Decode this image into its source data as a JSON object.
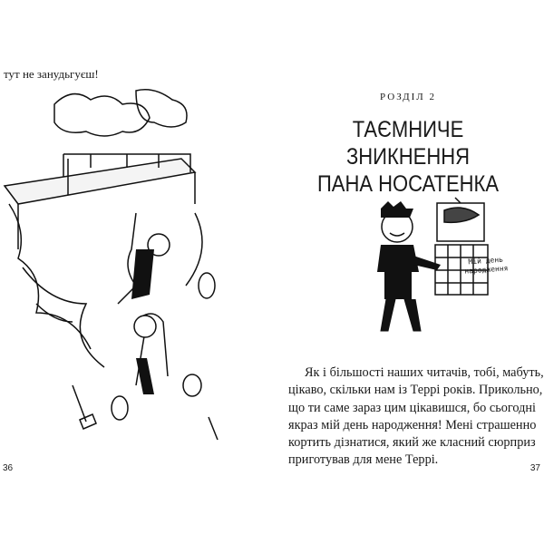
{
  "left_page": {
    "top_text": "тут не занудьгуєш!",
    "page_number": "36"
  },
  "right_page": {
    "chapter_label": "РОЗДІЛ 2",
    "title_lines": [
      "ТАЄМНИЧЕ ЗНИКНЕННЯ",
      "ПАНА НОСАТЕНКА"
    ],
    "illustration_caption_lines": [
      "Мій день",
      "народження"
    ],
    "body_lines": [
      "Як і більшості наших читачів, тобі, мабуть,",
      "цікаво, скільки нам із Террі років. Прикольно,",
      "що ти саме зараз цим цікавишся, бо сьогодні",
      "якраз мій день народження! Мені страшенно",
      "кортить дізнатися, який же класний сюрприз",
      "приготував для мене Террі."
    ],
    "page_number": "37"
  }
}
